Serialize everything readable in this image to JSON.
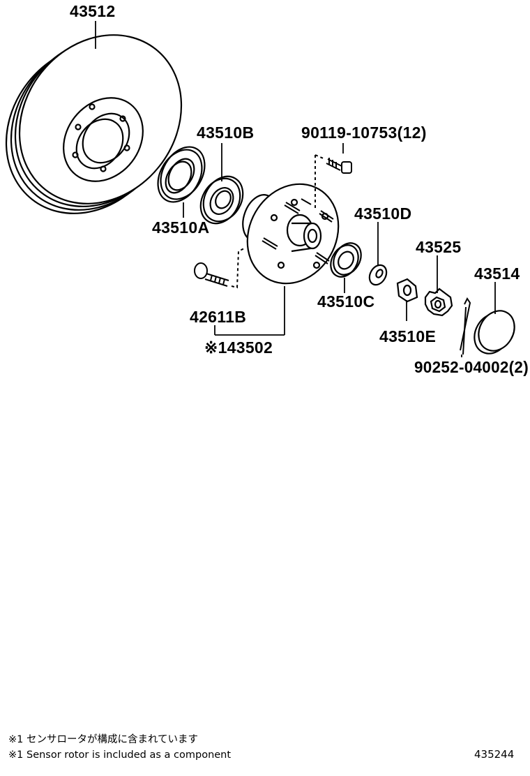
{
  "diagram": {
    "labels": {
      "disc": "43512",
      "bearing_outer": "43510B",
      "stud_bolt": "90119-10753(12)",
      "oil_seal": "43510A",
      "bearing_inner_cup": "43510D",
      "castle_nut": "43525",
      "grease_cap": "43514",
      "bearing_inner": "43510C",
      "hub_bolt": "42611B",
      "nut": "43510E",
      "cotter_pin": "90252-04002(2)",
      "hub": "※143502"
    },
    "notes": {
      "jp": "※1 センサロータが構成に含まれています",
      "en": "※1 Sensor rotor is included as a component"
    },
    "figure_code": "435244"
  }
}
